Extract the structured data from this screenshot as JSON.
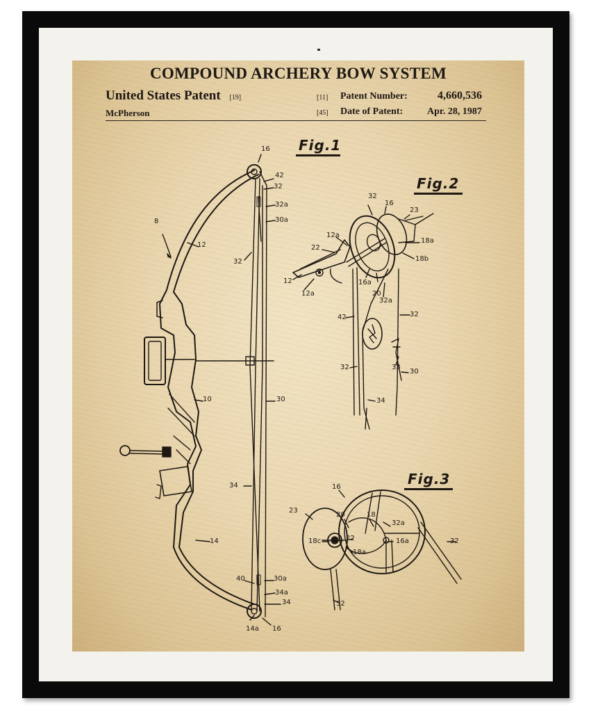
{
  "title": "COMPOUND ARCHERY BOW SYSTEM",
  "header": {
    "patent_office": "United States Patent",
    "code_19": "[19]",
    "inventor": "McPherson",
    "code_11": "[11]",
    "patent_number_label": "Patent Number:",
    "patent_number": "4,660,536",
    "code_45": "[45]",
    "date_label": "Date of Patent:",
    "date": "Apr. 28, 1987"
  },
  "figures": {
    "fig1": "Fig.1",
    "fig2": "Fig.2",
    "fig3": "Fig.3"
  },
  "fig1_labels": [
    "16",
    "42",
    "32",
    "32a",
    "30a",
    "8",
    "12",
    "32",
    "10",
    "30",
    "34",
    "14",
    "40",
    "30a",
    "34a",
    "34",
    "14a",
    "16"
  ],
  "fig2_labels": [
    "32",
    "16",
    "23",
    "12a",
    "22",
    "18a",
    "18b",
    "12",
    "12a",
    "16a",
    "20",
    "32a",
    "42",
    "32",
    "33",
    "32",
    "30",
    "34"
  ],
  "fig3_labels": [
    "16",
    "23",
    "20",
    "18",
    "32a",
    "18c",
    "22",
    "16a",
    "32",
    "18a",
    "32"
  ],
  "colors": {
    "frame": "#0a0a0a",
    "mat": "#f4f2ec",
    "paper": "#ead7b0",
    "ink": "#1c1712"
  }
}
